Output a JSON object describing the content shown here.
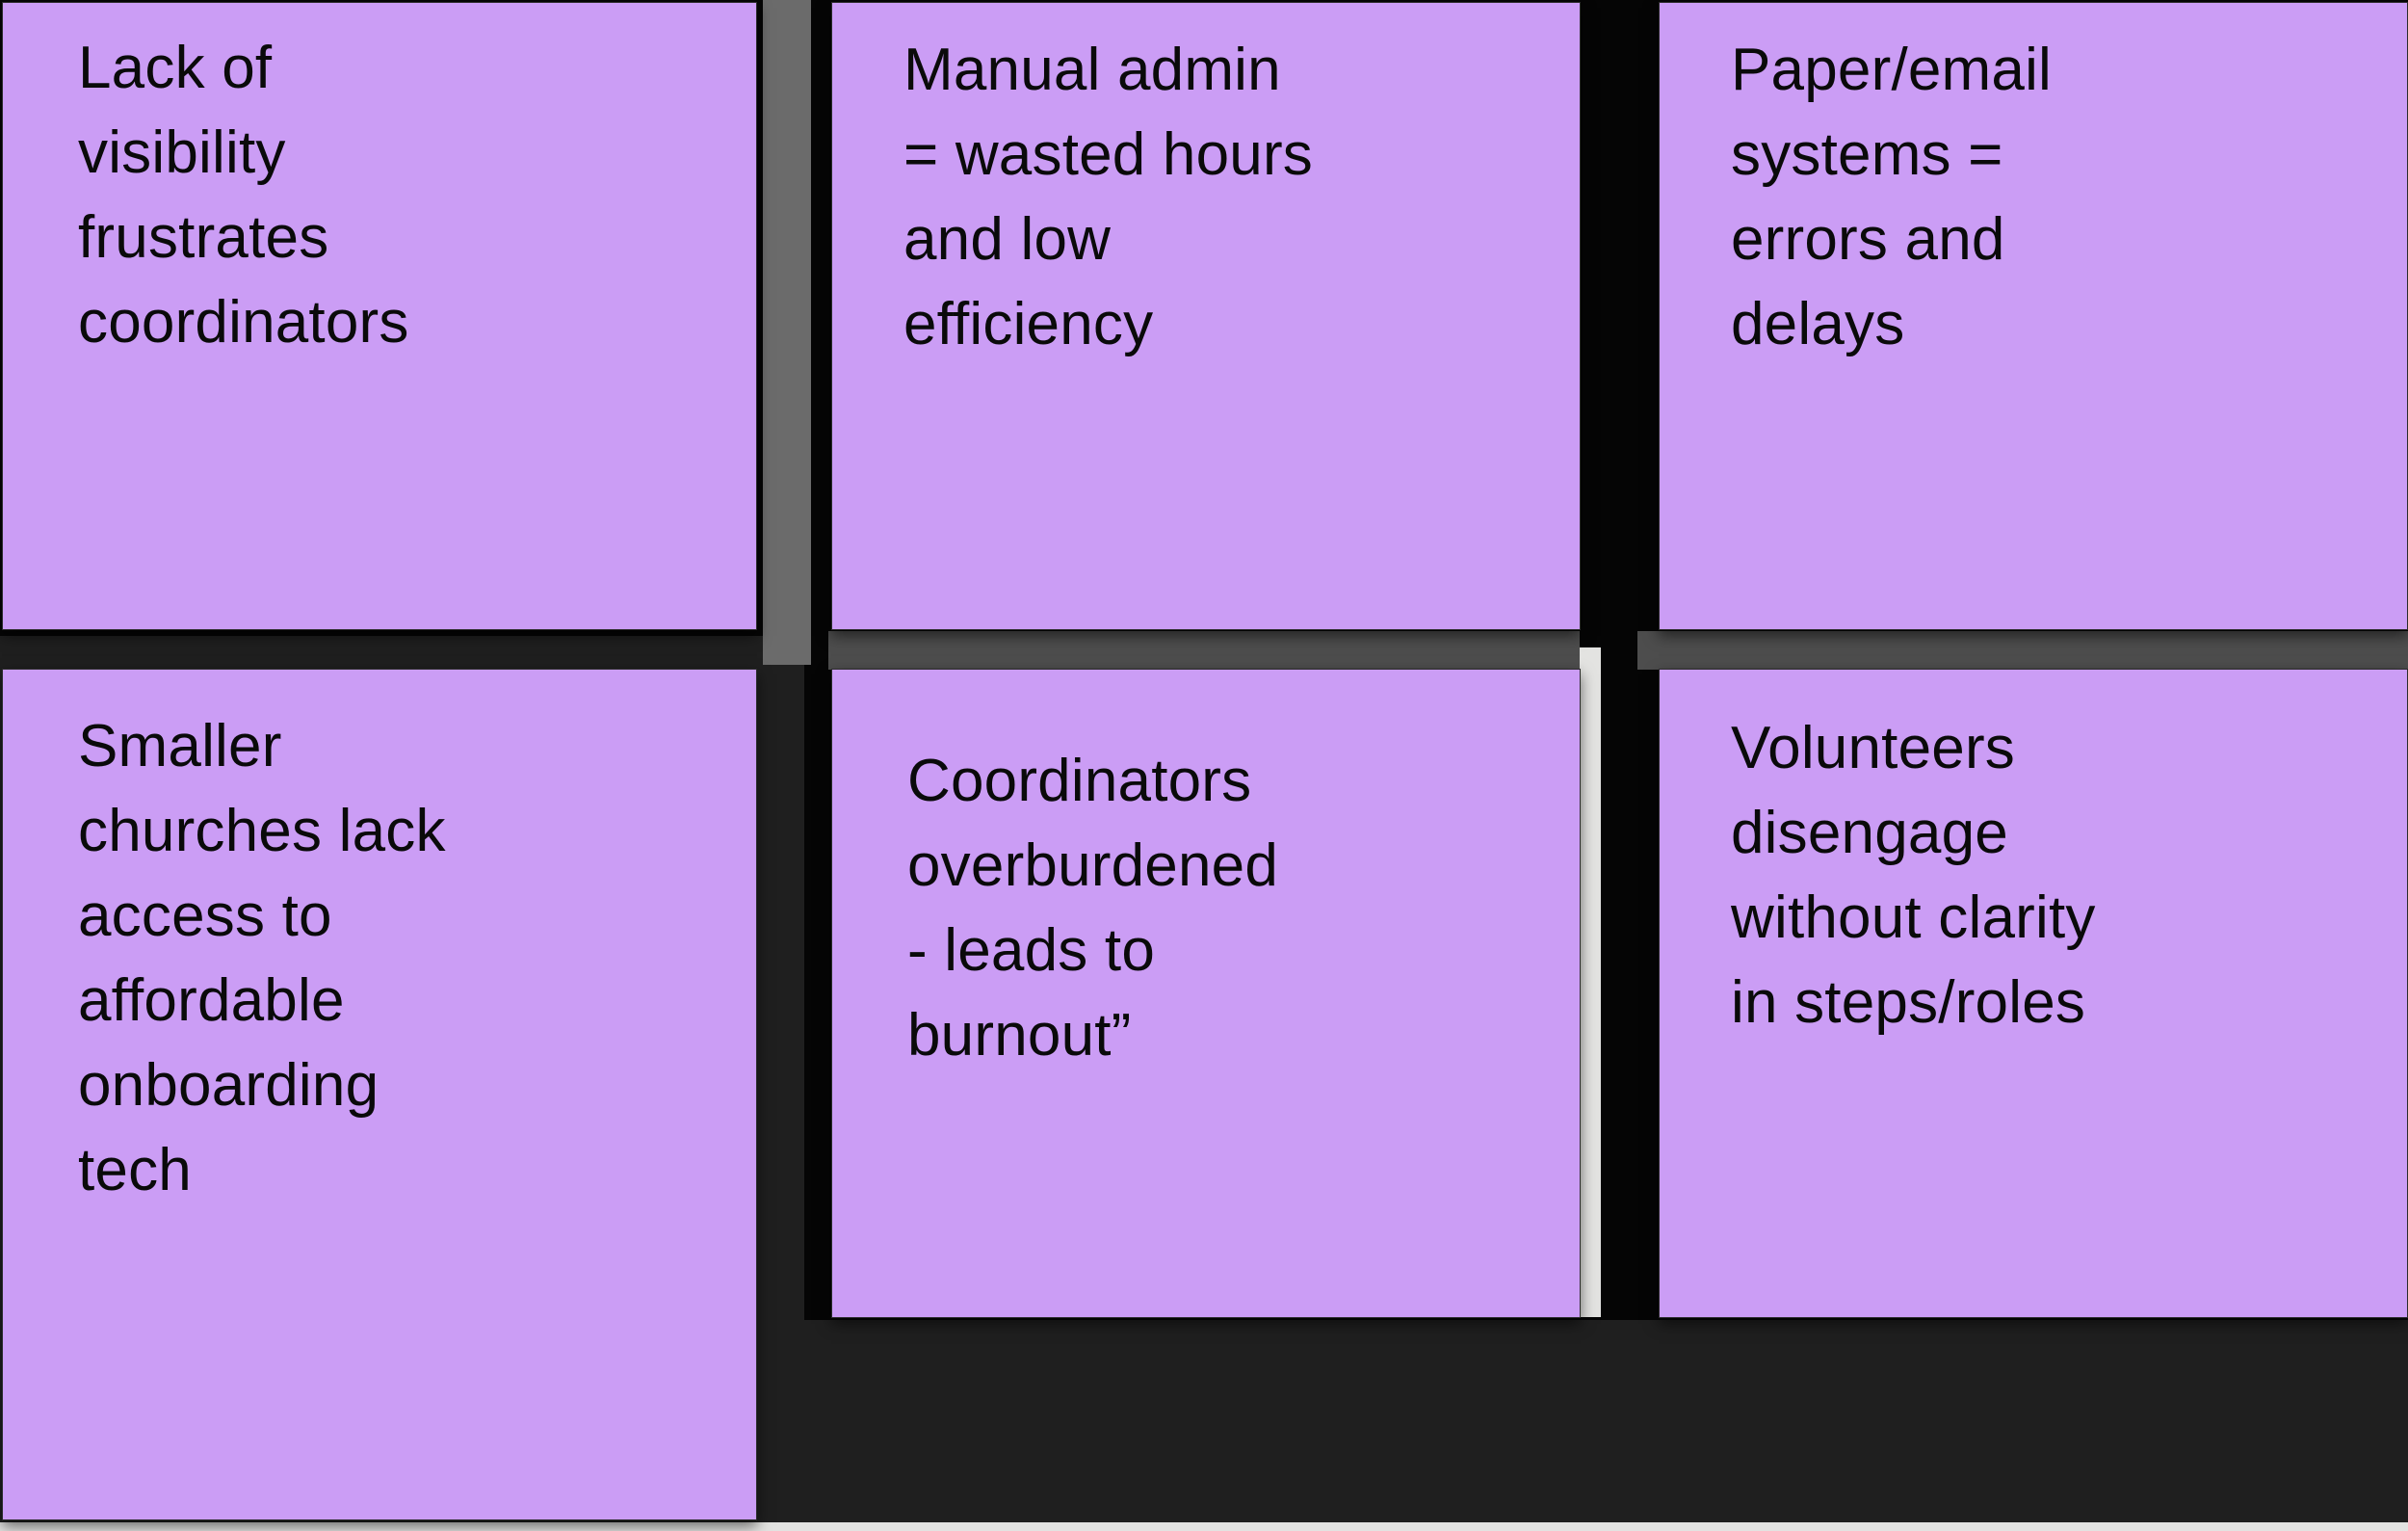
{
  "board": {
    "background_color": "#1f1f1f",
    "outer_color": "#000000",
    "note_color": "#cb9df5",
    "text_color": "#0a0a0a",
    "accent_gray": "#6b6b6b",
    "accent_gray_mid": "#4d4d4d",
    "accent_light": "#e3e3e1",
    "columns": 3,
    "rows": 2
  },
  "notes": [
    {
      "id": "note-1",
      "row": 1,
      "column": 1,
      "text": "Lack of\nvisibility\nfrustrates\ncoordinators"
    },
    {
      "id": "note-2",
      "row": 1,
      "column": 2,
      "text": "Manual admin\n= wasted hours\nand low\nefficiency"
    },
    {
      "id": "note-3",
      "row": 1,
      "column": 3,
      "text": "Paper/email\nsystems =\nerrors and\ndelays"
    },
    {
      "id": "note-4",
      "row": 2,
      "column": 1,
      "text": "Smaller\nchurches lack\naccess to\naffordable\nonboarding\ntech"
    },
    {
      "id": "note-5",
      "row": 2,
      "column": 2,
      "text": "Coordinators\noverburdened\n- leads to\nburnout”"
    },
    {
      "id": "note-6",
      "row": 2,
      "column": 3,
      "text": "Volunteers\ndisengage\nwithout clarity\nin steps/roles"
    }
  ]
}
